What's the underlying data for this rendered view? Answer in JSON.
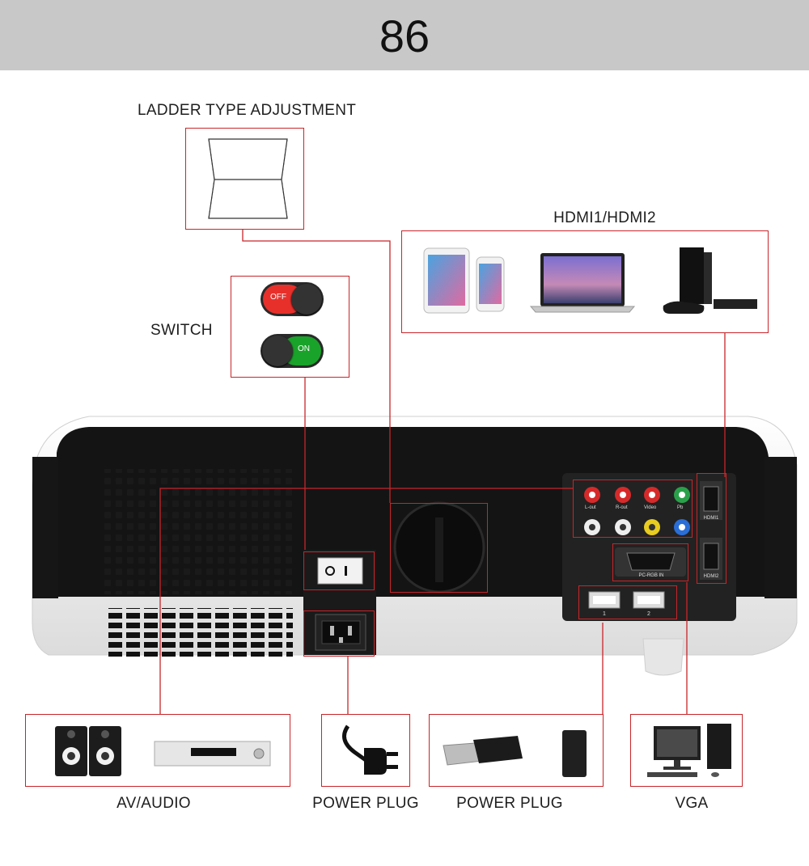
{
  "banner": {
    "number": "86"
  },
  "labels": {
    "ladder": "LADDER TYPE ADJUSTMENT",
    "hdmi": "HDMI1/HDMI2",
    "switch": "SWITCH",
    "av_audio": "AV/AUDIO",
    "power_plug_1": "POWER PLUG",
    "power_plug_2": "POWER PLUG",
    "vga": "VGA"
  },
  "switch_states": {
    "off": "OFF",
    "on": "ON"
  },
  "projector_ports": {
    "rca_top_labels": [
      "L-out",
      "R-out",
      "Video",
      "Pb"
    ],
    "vga_label": "PC-RGB IN",
    "hdmi_labels": [
      "HDMI1",
      "HDMI2"
    ],
    "usb_labels": [
      "1",
      "2"
    ]
  },
  "colors": {
    "accent": "#c8252a",
    "banner": "#c8c8c8",
    "off": "#e8302b",
    "on": "#1aa32a"
  }
}
